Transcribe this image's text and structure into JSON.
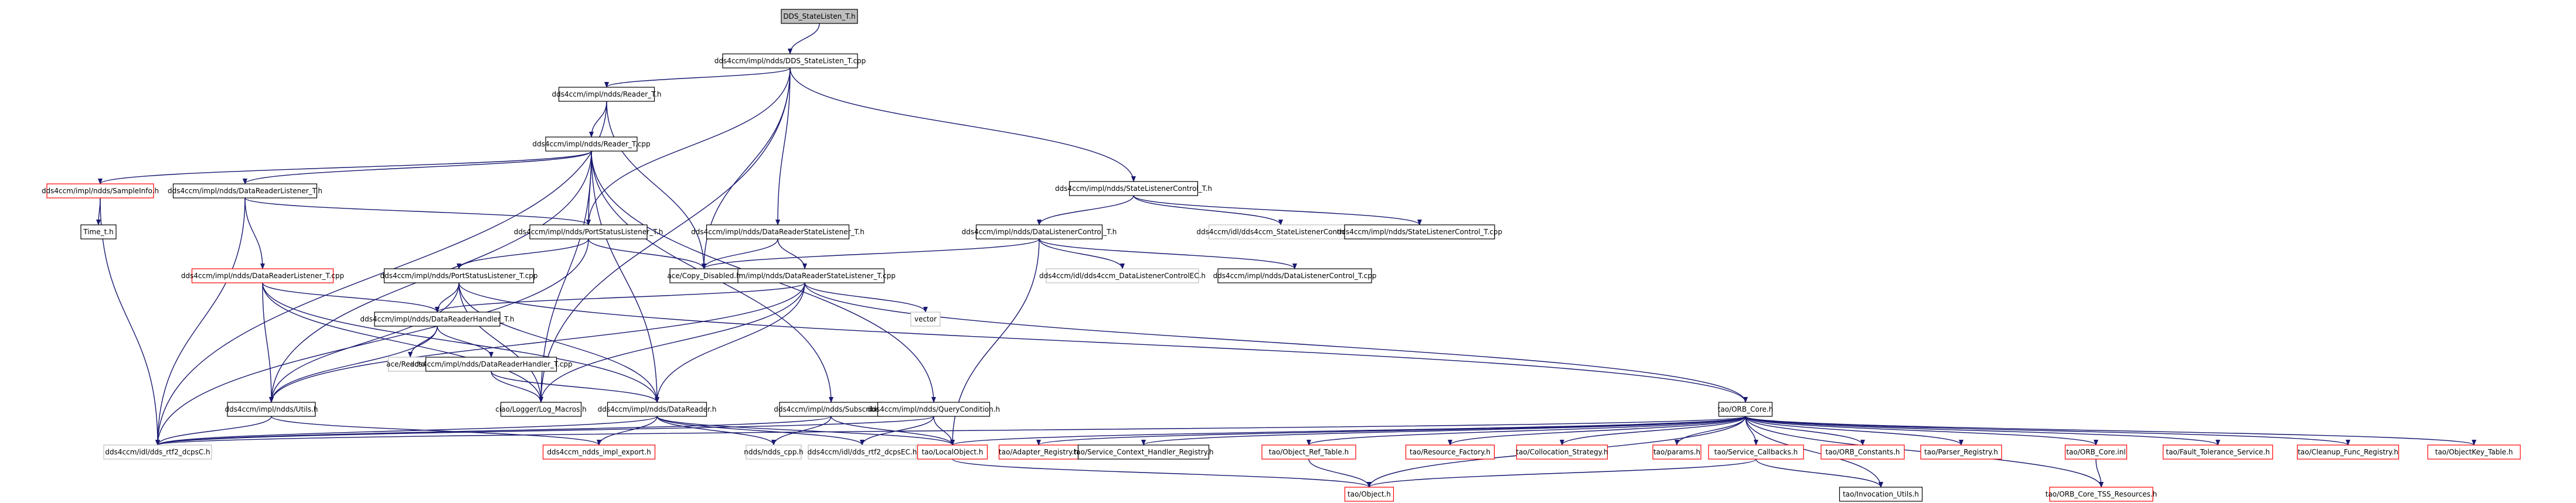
{
  "diagram": {
    "type": "include-dependency-graph",
    "colors": {
      "edge": "#191970",
      "node_border_black": "#000000",
      "node_border_red": "#ff0000",
      "node_border_gray": "#bfbfbf",
      "root_fill": "#bfbfbf",
      "text": "#000000"
    },
    "nodes": [
      {
        "id": "root",
        "label": "DDS_StateListen_T.h",
        "style": "root"
      },
      {
        "id": "statelisten_cpp",
        "label": "dds4ccm/impl/ndds/DDS_StateListen_T.cpp",
        "style": "black"
      },
      {
        "id": "reader_h",
        "label": "dds4ccm/impl/ndds/Reader_T.h",
        "style": "black"
      },
      {
        "id": "reader_cpp",
        "label": "dds4ccm/impl/ndds/Reader_T.cpp",
        "style": "black"
      },
      {
        "id": "sampleinfo",
        "label": "dds4ccm/impl/ndds/SampleInfo.h",
        "style": "red"
      },
      {
        "id": "time_t",
        "label": "Time_t.h",
        "style": "black"
      },
      {
        "id": "drl_h",
        "label": "dds4ccm/impl/ndds/DataReaderListener_T.h",
        "style": "black"
      },
      {
        "id": "drl_cpp",
        "label": "dds4ccm/impl/ndds/DataReaderListener_T.cpp",
        "style": "red"
      },
      {
        "id": "psl_h",
        "label": "dds4ccm/impl/ndds/PortStatusListener_T.h",
        "style": "black"
      },
      {
        "id": "psl_cpp",
        "label": "dds4ccm/impl/ndds/PortStatusListener_T.cpp",
        "style": "black"
      },
      {
        "id": "drsl_h",
        "label": "dds4ccm/impl/ndds/DataReaderStateListener_T.h",
        "style": "black"
      },
      {
        "id": "drsl_cpp",
        "label": "dds4ccm/impl/ndds/DataReaderStateListener_T.cpp",
        "style": "black"
      },
      {
        "id": "copy_disabled",
        "label": "ace/Copy_Disabled.h",
        "style": "black"
      },
      {
        "id": "slc_h",
        "label": "dds4ccm/impl/ndds/StateListenerControl_T.h",
        "style": "black"
      },
      {
        "id": "slc_ec",
        "label": "dds4ccm/idl/dds4ccm_StateListenerControlEC.h",
        "style": "gray"
      },
      {
        "id": "slc_cpp",
        "label": "dds4ccm/impl/ndds/StateListenerControl_T.cpp",
        "style": "black"
      },
      {
        "id": "dlc_h",
        "label": "dds4ccm/impl/ndds/DataListenerControl_T.h",
        "style": "black"
      },
      {
        "id": "dlc_ec",
        "label": "dds4ccm/idl/dds4ccm_DataListenerControlEC.h",
        "style": "gray"
      },
      {
        "id": "dlc_cpp",
        "label": "dds4ccm/impl/ndds/DataListenerControl_T.cpp",
        "style": "black"
      },
      {
        "id": "vector",
        "label": "vector",
        "style": "gray"
      },
      {
        "id": "drh_h",
        "label": "dds4ccm/impl/ndds/DataReaderHandler_T.h",
        "style": "black"
      },
      {
        "id": "ace_reactor",
        "label": "ace/Reactor.h",
        "style": "gray"
      },
      {
        "id": "drh_cpp",
        "label": "dds4ccm/impl/ndds/DataReaderHandler_T.cpp",
        "style": "black"
      },
      {
        "id": "utils",
        "label": "dds4ccm/impl/ndds/Utils.h",
        "style": "black"
      },
      {
        "id": "log_macros",
        "label": "ciao/Logger/Log_Macros.h",
        "style": "black"
      },
      {
        "id": "datareader",
        "label": "dds4ccm/impl/ndds/DataReader.h",
        "style": "black"
      },
      {
        "id": "subscriber",
        "label": "dds4ccm/impl/ndds/Subscriber.h",
        "style": "black"
      },
      {
        "id": "querycond",
        "label": "dds4ccm/impl/ndds/QueryCondition.h",
        "style": "black"
      },
      {
        "id": "dds_rtf2",
        "label": "dds4ccm/idl/dds_rtf2_dcpsC.h",
        "style": "gray"
      },
      {
        "id": "impl_export",
        "label": "dds4ccm_ndds_impl_export.h",
        "style": "red"
      },
      {
        "id": "ndds_cpp",
        "label": "ndds/ndds_cpp.h",
        "style": "gray"
      },
      {
        "id": "dds_rtf2_ec",
        "label": "dds4ccm/idl/dds_rtf2_dcpsEC.h",
        "style": "gray"
      },
      {
        "id": "localobject",
        "label": "tao/LocalObject.h",
        "style": "red"
      },
      {
        "id": "orb_core",
        "label": "tao/ORB_Core.h",
        "style": "black"
      },
      {
        "id": "adapter_reg",
        "label": "tao/Adapter_Registry.h",
        "style": "red"
      },
      {
        "id": "svc_ctx_reg",
        "label": "tao/Service_Context_Handler_Registry.h",
        "style": "black"
      },
      {
        "id": "objref_table",
        "label": "tao/Object_Ref_Table.h",
        "style": "red"
      },
      {
        "id": "res_factory",
        "label": "tao/Resource_Factory.h",
        "style": "red"
      },
      {
        "id": "colloc",
        "label": "tao/Collocation_Strategy.h",
        "style": "red"
      },
      {
        "id": "params",
        "label": "tao/params.h",
        "style": "red"
      },
      {
        "id": "svc_callbacks",
        "label": "tao/Service_Callbacks.h",
        "style": "red"
      },
      {
        "id": "orb_constants",
        "label": "tao/ORB_Constants.h",
        "style": "red"
      },
      {
        "id": "parser_reg",
        "label": "tao/Parser_Registry.h",
        "style": "red"
      },
      {
        "id": "orb_core_inl",
        "label": "tao/ORB_Core.inl",
        "style": "red"
      },
      {
        "id": "ft_service",
        "label": "tao/Fault_Tolerance_Service.h",
        "style": "red"
      },
      {
        "id": "cleanup_reg",
        "label": "tao/Cleanup_Func_Registry.h",
        "style": "red"
      },
      {
        "id": "objkey_table",
        "label": "tao/ObjectKey_Table.h",
        "style": "red"
      },
      {
        "id": "tao_object",
        "label": "tao/Object.h",
        "style": "red"
      },
      {
        "id": "invocation_utils",
        "label": "tao/Invocation_Utils.h",
        "style": "black"
      },
      {
        "id": "orb_core_tss",
        "label": "tao/ORB_Core_TSS_Resources.h",
        "style": "red"
      }
    ],
    "edges": [
      [
        "root",
        "statelisten_cpp"
      ],
      [
        "statelisten_cpp",
        "reader_h"
      ],
      [
        "statelisten_cpp",
        "psl_h"
      ],
      [
        "statelisten_cpp",
        "drsl_h"
      ],
      [
        "statelisten_cpp",
        "slc_h"
      ],
      [
        "statelisten_cpp",
        "log_macros"
      ],
      [
        "statelisten_cpp",
        "copy_disabled"
      ],
      [
        "reader_h",
        "reader_cpp"
      ],
      [
        "reader_h",
        "dds_rtf2"
      ],
      [
        "reader_h",
        "copy_disabled"
      ],
      [
        "reader_cpp",
        "sampleinfo"
      ],
      [
        "reader_cpp",
        "drl_h"
      ],
      [
        "reader_cpp",
        "utils"
      ],
      [
        "reader_cpp",
        "log_macros"
      ],
      [
        "reader_cpp",
        "querycond"
      ],
      [
        "reader_cpp",
        "subscriber"
      ],
      [
        "reader_cpp",
        "datareader"
      ],
      [
        "reader_cpp",
        "psl_h"
      ],
      [
        "sampleinfo",
        "time_t"
      ],
      [
        "sampleinfo",
        "dds_rtf2"
      ],
      [
        "drl_h",
        "drl_cpp"
      ],
      [
        "drl_h",
        "psl_h"
      ],
      [
        "drl_h",
        "dds_rtf2"
      ],
      [
        "drl_cpp",
        "drh_h"
      ],
      [
        "drl_cpp",
        "utils"
      ],
      [
        "drl_cpp",
        "log_macros"
      ],
      [
        "drl_cpp",
        "datareader"
      ],
      [
        "psl_h",
        "psl_cpp"
      ],
      [
        "psl_h",
        "copy_disabled"
      ],
      [
        "psl_h",
        "dds_rtf2"
      ],
      [
        "psl_cpp",
        "drh_h"
      ],
      [
        "psl_cpp",
        "utils"
      ],
      [
        "psl_cpp",
        "log_macros"
      ],
      [
        "psl_cpp",
        "datareader"
      ],
      [
        "psl_cpp",
        "orb_core"
      ],
      [
        "drsl_h",
        "drsl_cpp"
      ],
      [
        "drsl_h",
        "copy_disabled"
      ],
      [
        "drsl_cpp",
        "drh_h"
      ],
      [
        "drsl_cpp",
        "vector"
      ],
      [
        "drsl_cpp",
        "utils"
      ],
      [
        "drsl_cpp",
        "log_macros"
      ],
      [
        "drsl_cpp",
        "datareader"
      ],
      [
        "drsl_cpp",
        "orb_core"
      ],
      [
        "slc_h",
        "dlc_h"
      ],
      [
        "slc_h",
        "slc_ec"
      ],
      [
        "slc_h",
        "slc_cpp"
      ],
      [
        "dlc_h",
        "dlc_ec"
      ],
      [
        "dlc_h",
        "dlc_cpp"
      ],
      [
        "dlc_h",
        "copy_disabled"
      ],
      [
        "dlc_h",
        "localobject"
      ],
      [
        "drh_h",
        "ace_reactor"
      ],
      [
        "drh_h",
        "drh_cpp"
      ],
      [
        "drh_h",
        "utils"
      ],
      [
        "drh_cpp",
        "log_macros"
      ],
      [
        "drh_cpp",
        "datareader"
      ],
      [
        "utils",
        "dds_rtf2"
      ],
      [
        "utils",
        "impl_export"
      ],
      [
        "datareader",
        "dds_rtf2"
      ],
      [
        "datareader",
        "impl_export"
      ],
      [
        "datareader",
        "ndds_cpp"
      ],
      [
        "datareader",
        "dds_rtf2_ec"
      ],
      [
        "datareader",
        "localobject"
      ],
      [
        "subscriber",
        "dds_rtf2"
      ],
      [
        "subscriber",
        "ndds_cpp"
      ],
      [
        "subscriber",
        "localobject"
      ],
      [
        "querycond",
        "dds_rtf2"
      ],
      [
        "querycond",
        "dds_rtf2_ec"
      ],
      [
        "querycond",
        "localobject"
      ],
      [
        "orb_core",
        "localobject"
      ],
      [
        "orb_core",
        "adapter_reg"
      ],
      [
        "orb_core",
        "svc_ctx_reg"
      ],
      [
        "orb_core",
        "objref_table"
      ],
      [
        "orb_core",
        "res_factory"
      ],
      [
        "orb_core",
        "colloc"
      ],
      [
        "orb_core",
        "params"
      ],
      [
        "orb_core",
        "svc_callbacks"
      ],
      [
        "orb_core",
        "orb_constants"
      ],
      [
        "orb_core",
        "parser_reg"
      ],
      [
        "orb_core",
        "orb_core_inl"
      ],
      [
        "orb_core",
        "ft_service"
      ],
      [
        "orb_core",
        "cleanup_reg"
      ],
      [
        "orb_core",
        "objkey_table"
      ],
      [
        "orb_core",
        "tao_object"
      ],
      [
        "orb_core",
        "invocation_utils"
      ],
      [
        "orb_core",
        "orb_core_tss"
      ],
      [
        "orb_core",
        "dds_rtf2"
      ],
      [
        "localobject",
        "tao_object"
      ],
      [
        "objref_table",
        "tao_object"
      ],
      [
        "svc_callbacks",
        "tao_object"
      ],
      [
        "svc_callbacks",
        "invocation_utils"
      ],
      [
        "orb_core_inl",
        "orb_core_tss"
      ]
    ]
  }
}
